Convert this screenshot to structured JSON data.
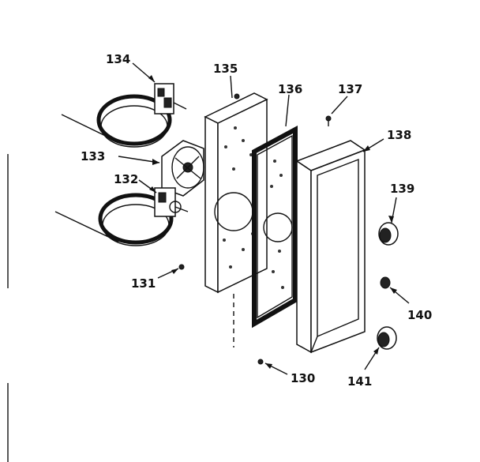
{
  "callouts": [
    {
      "id": "l134",
      "text": "134"
    },
    {
      "id": "l135",
      "text": "135"
    },
    {
      "id": "l136",
      "text": "136"
    },
    {
      "id": "l137",
      "text": "137"
    },
    {
      "id": "l138",
      "text": "138"
    },
    {
      "id": "l133",
      "text": "133"
    },
    {
      "id": "l132",
      "text": "132"
    },
    {
      "id": "l139",
      "text": "139"
    },
    {
      "id": "l131",
      "text": "131"
    },
    {
      "id": "l140",
      "text": "140"
    },
    {
      "id": "l130",
      "text": "130"
    },
    {
      "id": "l141",
      "text": "141"
    }
  ]
}
